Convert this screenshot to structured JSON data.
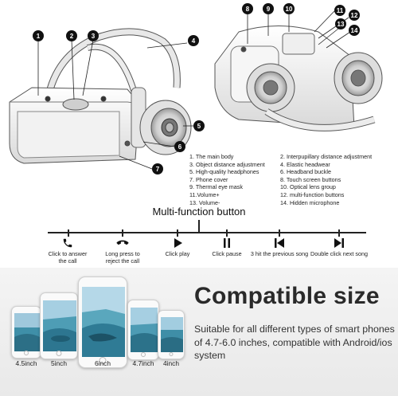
{
  "callouts": [
    "1",
    "2",
    "3",
    "4",
    "5",
    "6",
    "7",
    "8",
    "9",
    "10",
    "11",
    "12",
    "13",
    "14"
  ],
  "legend": {
    "left": [
      "1. The main body",
      "3. Object distance adjustment",
      "5. High-quality headphones",
      "7. Phone cover",
      "9. Thermal eye mask",
      "11.Volume+",
      "13. Volume-"
    ],
    "right": [
      "2. Interpupillary distance adjustment",
      "4. Elastic headwear",
      "6. Headband buckle",
      "8. Touch screen buttons",
      "10. Optical lens group",
      "12. multi-function buttons",
      "14. Hidden microphone"
    ]
  },
  "multifunction": {
    "title": "Multi-function button",
    "items": [
      {
        "icon": "phone-answer-icon",
        "label1": "Click to answer",
        "label2": "the call"
      },
      {
        "icon": "phone-hangup-icon",
        "label1": "Long press to",
        "label2": "reject the call"
      },
      {
        "icon": "play-icon",
        "label1": "Click play",
        "label2": ""
      },
      {
        "icon": "pause-icon",
        "label1": "Click pause",
        "label2": ""
      },
      {
        "icon": "previous-song-icon",
        "label1": "3 hit the previous song",
        "label2": ""
      },
      {
        "icon": "next-song-icon",
        "label1": "Double click next song",
        "label2": ""
      }
    ]
  },
  "compatible": {
    "title": "Compatible size",
    "description": "Suitable for all different types of smart phones of 4.7-6.0 inches, compatible with Android/ios system",
    "phones": [
      "4.5inch",
      "5inch",
      "6inch",
      "4.7inch",
      "4inch"
    ]
  }
}
